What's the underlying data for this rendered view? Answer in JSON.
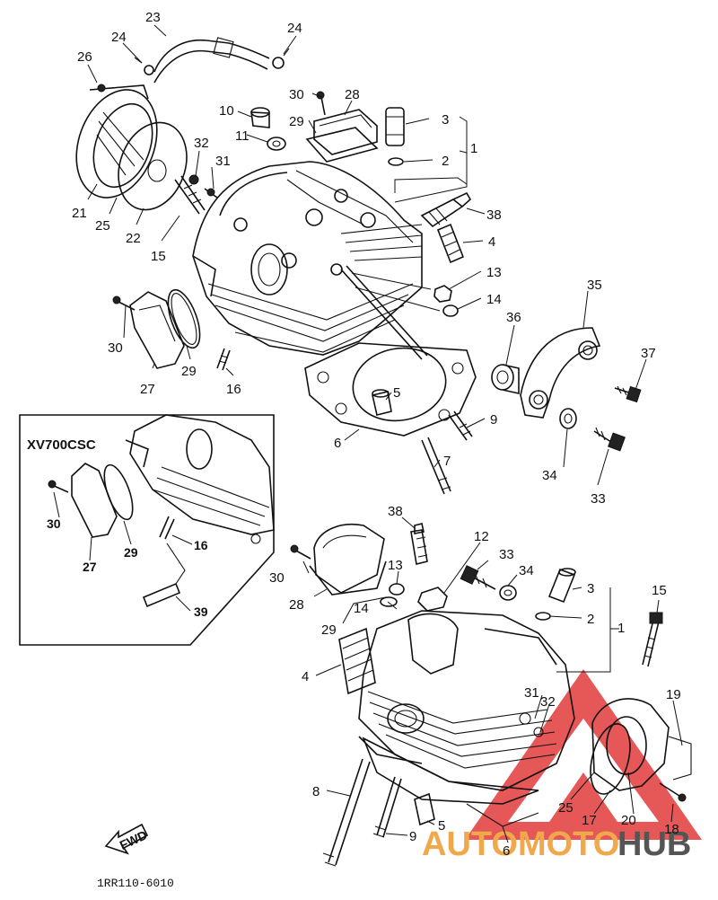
{
  "diagram": {
    "inset_model": "XV700CSC",
    "drawing_code": "1RR110-6010",
    "fwd_label": "FWD",
    "watermark": {
      "text_a": "AUTOMOTO",
      "text_b": "HUB",
      "color_a": "#f0a84a",
      "color_b": "#555555",
      "triangle_color": "#e23b3b"
    },
    "labels": [
      {
        "id": "l23a",
        "text": "23"
      },
      {
        "id": "l24a",
        "text": "24"
      },
      {
        "id": "l24b",
        "text": "24"
      },
      {
        "id": "l26",
        "text": "26"
      },
      {
        "id": "l30a",
        "text": "30"
      },
      {
        "id": "l28a",
        "text": "28"
      },
      {
        "id": "l3a",
        "text": "3"
      },
      {
        "id": "l10",
        "text": "10"
      },
      {
        "id": "l29a",
        "text": "29"
      },
      {
        "id": "l1a",
        "text": "1"
      },
      {
        "id": "l11",
        "text": "11"
      },
      {
        "id": "l2a",
        "text": "2"
      },
      {
        "id": "l32a",
        "text": "32"
      },
      {
        "id": "l31a",
        "text": "31"
      },
      {
        "id": "l21",
        "text": "21"
      },
      {
        "id": "l25a",
        "text": "25"
      },
      {
        "id": "l22",
        "text": "22"
      },
      {
        "id": "l15a",
        "text": "15"
      },
      {
        "id": "l38a",
        "text": "38"
      },
      {
        "id": "l4a",
        "text": "4"
      },
      {
        "id": "l13a",
        "text": "13"
      },
      {
        "id": "l14a",
        "text": "14"
      },
      {
        "id": "l35",
        "text": "35"
      },
      {
        "id": "l36",
        "text": "36"
      },
      {
        "id": "l30b",
        "text": "30"
      },
      {
        "id": "l29b",
        "text": "29"
      },
      {
        "id": "l27a",
        "text": "27"
      },
      {
        "id": "l16a",
        "text": "16"
      },
      {
        "id": "l37",
        "text": "37"
      },
      {
        "id": "l5a",
        "text": "5"
      },
      {
        "id": "l9a",
        "text": "9"
      },
      {
        "id": "l6a",
        "text": "6"
      },
      {
        "id": "l34a",
        "text": "34"
      },
      {
        "id": "l33a",
        "text": "33"
      },
      {
        "id": "l7",
        "text": "7"
      },
      {
        "id": "l38b",
        "text": "38"
      },
      {
        "id": "l12",
        "text": "12"
      },
      {
        "id": "l33b",
        "text": "33"
      },
      {
        "id": "l34b",
        "text": "34"
      },
      {
        "id": "l13b",
        "text": "13"
      },
      {
        "id": "l3b",
        "text": "3"
      },
      {
        "id": "l15b",
        "text": "15"
      },
      {
        "id": "l30c",
        "text": "30"
      },
      {
        "id": "l28b",
        "text": "28"
      },
      {
        "id": "l14b",
        "text": "14"
      },
      {
        "id": "l2b",
        "text": "2"
      },
      {
        "id": "l1b",
        "text": "1"
      },
      {
        "id": "l29c",
        "text": "29"
      },
      {
        "id": "l4b",
        "text": "4"
      },
      {
        "id": "l31b",
        "text": "31"
      },
      {
        "id": "l32b",
        "text": "32"
      },
      {
        "id": "l19",
        "text": "19"
      },
      {
        "id": "l8",
        "text": "8"
      },
      {
        "id": "l25b",
        "text": "25"
      },
      {
        "id": "l17",
        "text": "17"
      },
      {
        "id": "l20",
        "text": "20"
      },
      {
        "id": "l5b",
        "text": "5"
      },
      {
        "id": "l18",
        "text": "18"
      },
      {
        "id": "l9b",
        "text": "9"
      },
      {
        "id": "l6b",
        "text": "6"
      }
    ],
    "inset_labels": [
      {
        "id": "i30",
        "text": "30"
      },
      {
        "id": "i29",
        "text": "29"
      },
      {
        "id": "i27",
        "text": "27"
      },
      {
        "id": "i16",
        "text": "16"
      },
      {
        "id": "i39",
        "text": "39"
      }
    ]
  }
}
